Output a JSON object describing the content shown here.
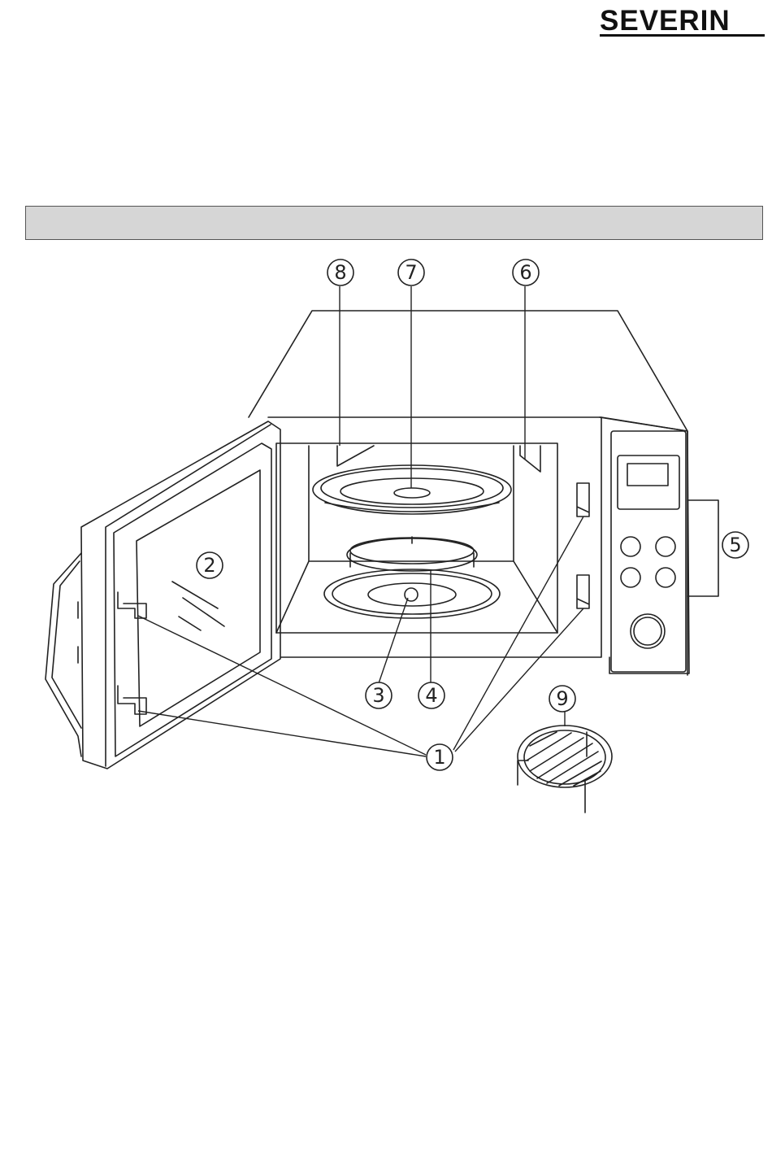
{
  "brand": {
    "name": "SEVERIN"
  },
  "callouts": [
    {
      "id": "1",
      "label": "1"
    },
    {
      "id": "2",
      "label": "2"
    },
    {
      "id": "3",
      "label": "3"
    },
    {
      "id": "4",
      "label": "4"
    },
    {
      "id": "5",
      "label": "5"
    },
    {
      "id": "6",
      "label": "6"
    },
    {
      "id": "7",
      "label": "7"
    },
    {
      "id": "8",
      "label": "8"
    },
    {
      "id": "9",
      "label": "9"
    }
  ],
  "colors": {
    "line": "#222222",
    "header_bar": "#d6d6d6"
  }
}
